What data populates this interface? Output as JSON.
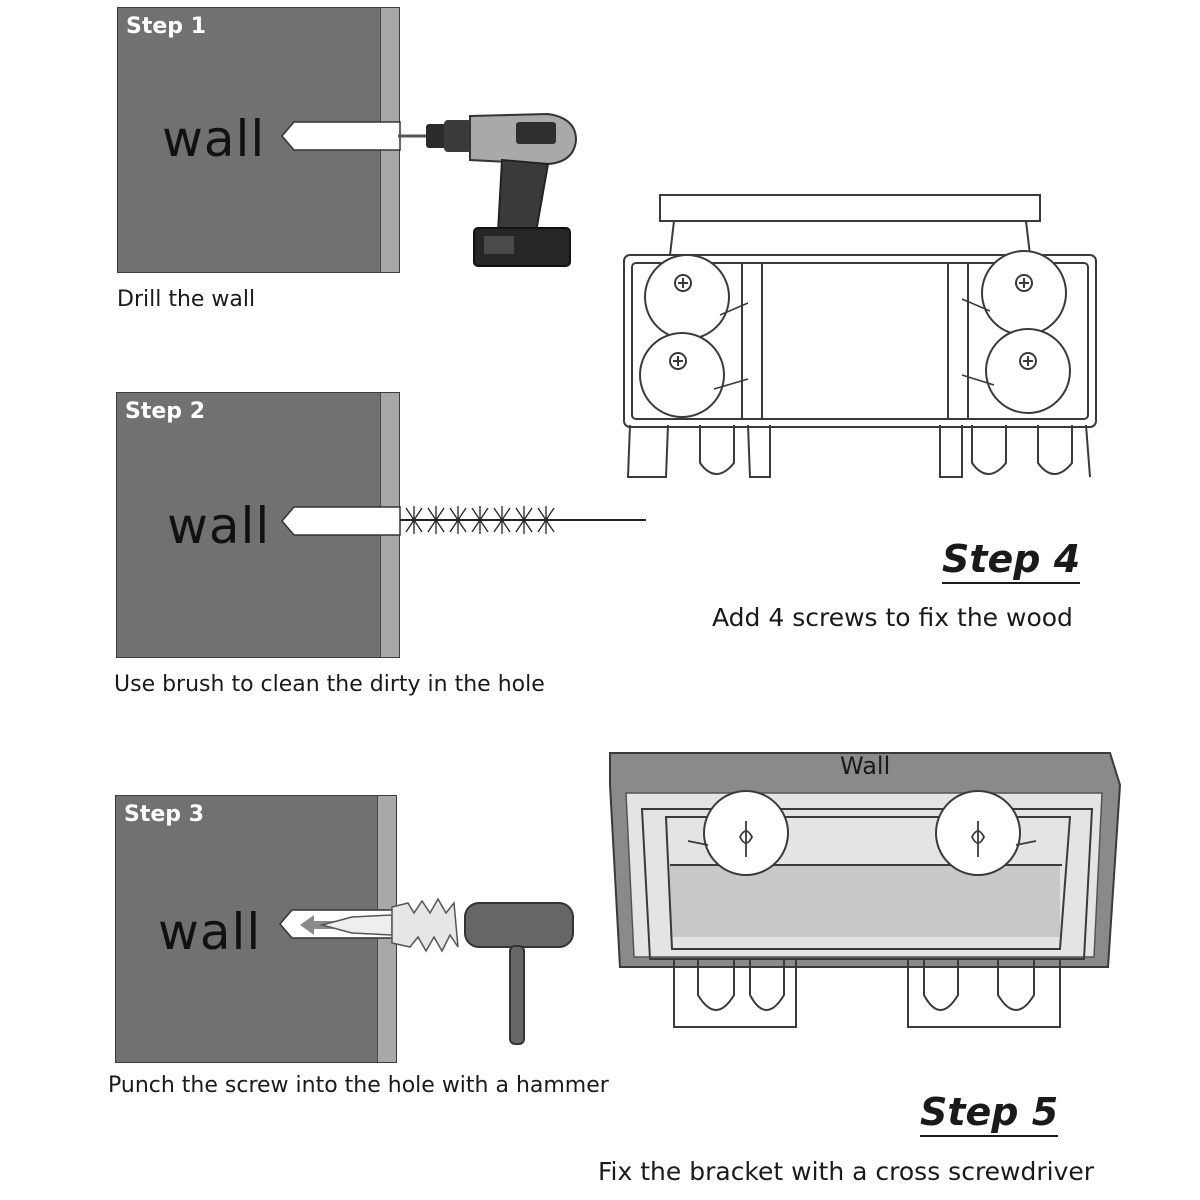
{
  "steps": [
    {
      "label": "Step 1",
      "wall": "wall",
      "caption": "Drill the wall"
    },
    {
      "label": "Step 2",
      "wall": "wall",
      "caption": "Use brush to clean the dirty in the hole"
    },
    {
      "label": "Step 3",
      "wall": "wall",
      "caption": "Punch the screw into the hole with a hammer"
    }
  ],
  "step4": {
    "label": "Step 4",
    "caption": "Add 4 screws to fix the wood"
  },
  "step5": {
    "label": "Step 5",
    "caption": "Fix the bracket with a cross screwdriver",
    "wall": "Wall"
  },
  "colors": {
    "panel": "#717171",
    "edge": "#a8a8a8",
    "line": "#3a3a3a"
  },
  "icons": [
    "drill-icon",
    "brush-icon",
    "wall-anchor-icon",
    "hammer-icon",
    "screw-icon"
  ]
}
